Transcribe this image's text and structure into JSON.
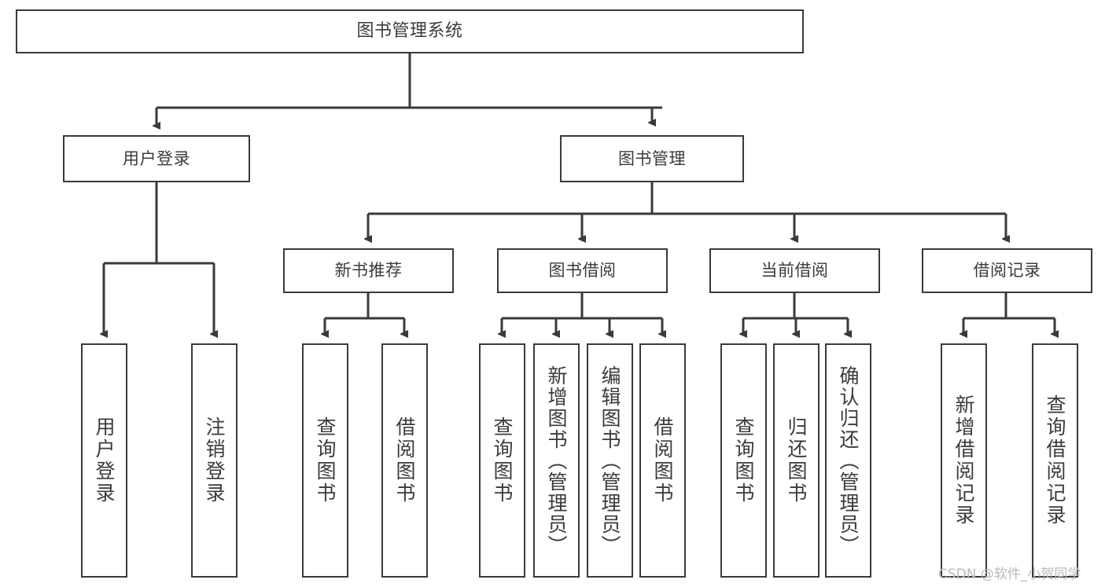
{
  "diagram": {
    "type": "tree-hierarchy",
    "title": "图书管理系统",
    "root": {
      "label": "图书管理系统"
    },
    "level2": [
      {
        "label": "用户登录"
      },
      {
        "label": "图书管理"
      }
    ],
    "level3": [
      {
        "label": "新书推荐"
      },
      {
        "label": "图书借阅"
      },
      {
        "label": "当前借阅"
      },
      {
        "label": "借阅记录"
      }
    ],
    "leaves": {
      "user_login": [
        {
          "label": "用户登录"
        },
        {
          "label": "注销登录"
        }
      ],
      "new_book_recommend": [
        {
          "label": "查询图书"
        },
        {
          "label": "借阅图书"
        }
      ],
      "book_borrow": [
        {
          "label": "查询图书"
        },
        {
          "label": "新增图书（管理员）"
        },
        {
          "label": "编辑图书（管理员）"
        },
        {
          "label": "借阅图书"
        }
      ],
      "current_borrow": [
        {
          "label": "查询图书"
        },
        {
          "label": "归还图书"
        },
        {
          "label": "确认归还（管理员）"
        }
      ],
      "borrow_record": [
        {
          "label": "新增借阅记录"
        },
        {
          "label": "查询借阅记录"
        }
      ]
    }
  },
  "watermark": {
    "text": "CSDN @软件_小贺同学"
  },
  "colors": {
    "stroke": "#3a3a3a",
    "text": "#3b3b3b",
    "background": "#ffffff",
    "watermark": "#b9b9b9"
  }
}
